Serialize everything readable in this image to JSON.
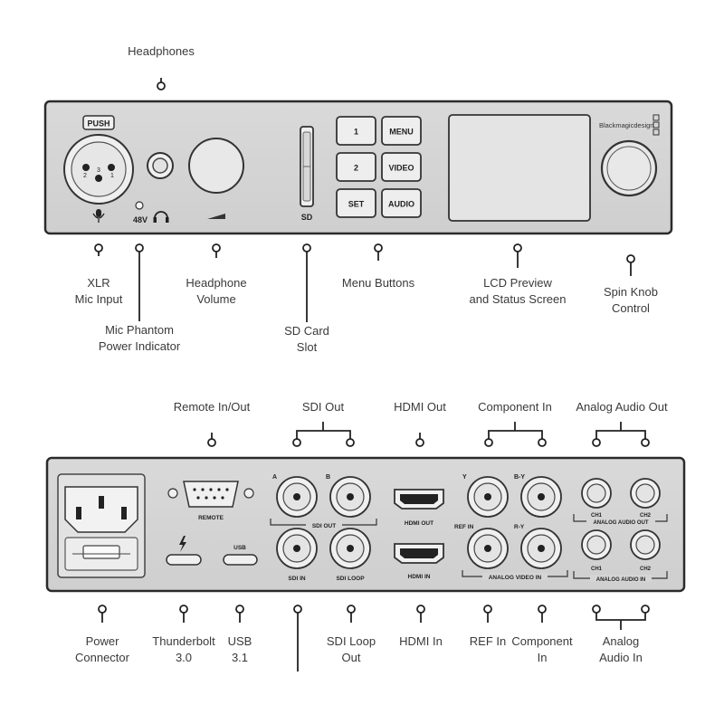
{
  "front": {
    "panel": {
      "push_label": "PUSH",
      "xlr_pins": [
        "2",
        "3",
        "1"
      ],
      "phantom_label": "48V",
      "btn1": "1",
      "btn2": "2",
      "btn_set": "SET",
      "btn_menu": "MENU",
      "btn_video": "VIDEO",
      "btn_audio": "AUDIO",
      "sd_label": "SD",
      "brand": "Blackmagicdesign"
    },
    "callouts": {
      "headphones": "Headphones",
      "xlr": [
        "XLR",
        "Mic Input"
      ],
      "phantom": [
        "Mic Phantom",
        "Power Indicator"
      ],
      "volume": [
        "Headphone",
        "Volume"
      ],
      "sd_slot": [
        "SD Card",
        "Slot"
      ],
      "menu_buttons": "Menu Buttons",
      "lcd": [
        "LCD Preview",
        "and Status Screen"
      ],
      "knob": [
        "Spin Knob",
        "Control"
      ]
    }
  },
  "rear": {
    "panel": {
      "remote": "REMOTE",
      "usb": "USB",
      "sdi_a": "A",
      "sdi_b": "B",
      "sdi_out": "SDI OUT",
      "sdi_in": "SDI IN",
      "sdi_loop": "SDI LOOP",
      "hdmi_out": "HDMI OUT",
      "hdmi_in": "HDMI IN",
      "y": "Y",
      "by": "B-Y",
      "ry": "R-Y",
      "ref_in": "REF IN",
      "analog_video_in": "ANALOG VIDEO IN",
      "ch1_out": "CH1",
      "ch2_out": "CH2",
      "analog_audio_out": "ANALOG AUDIO OUT",
      "ch1_in": "CH1",
      "ch2_in": "CH2",
      "analog_audio_in": "ANALOG AUDIO IN"
    },
    "callouts": {
      "remote": "Remote In/Out",
      "sdi_out": "SDI Out",
      "hdmi_out": "HDMI Out",
      "component_in_top": "Component In",
      "analog_audio_out": "Analog Audio Out",
      "power": [
        "Power",
        "Connector"
      ],
      "thunderbolt": [
        "Thunderbolt",
        "3.0"
      ],
      "usb": [
        "USB",
        "3.1"
      ],
      "sdi_loop_out": [
        "SDI Loop",
        "Out"
      ],
      "hdmi_in": "HDMI In",
      "ref_in": "REF In",
      "component_in_bottom": [
        "Component",
        "In"
      ],
      "analog_audio_in": [
        "Analog",
        "Audio In"
      ]
    }
  }
}
